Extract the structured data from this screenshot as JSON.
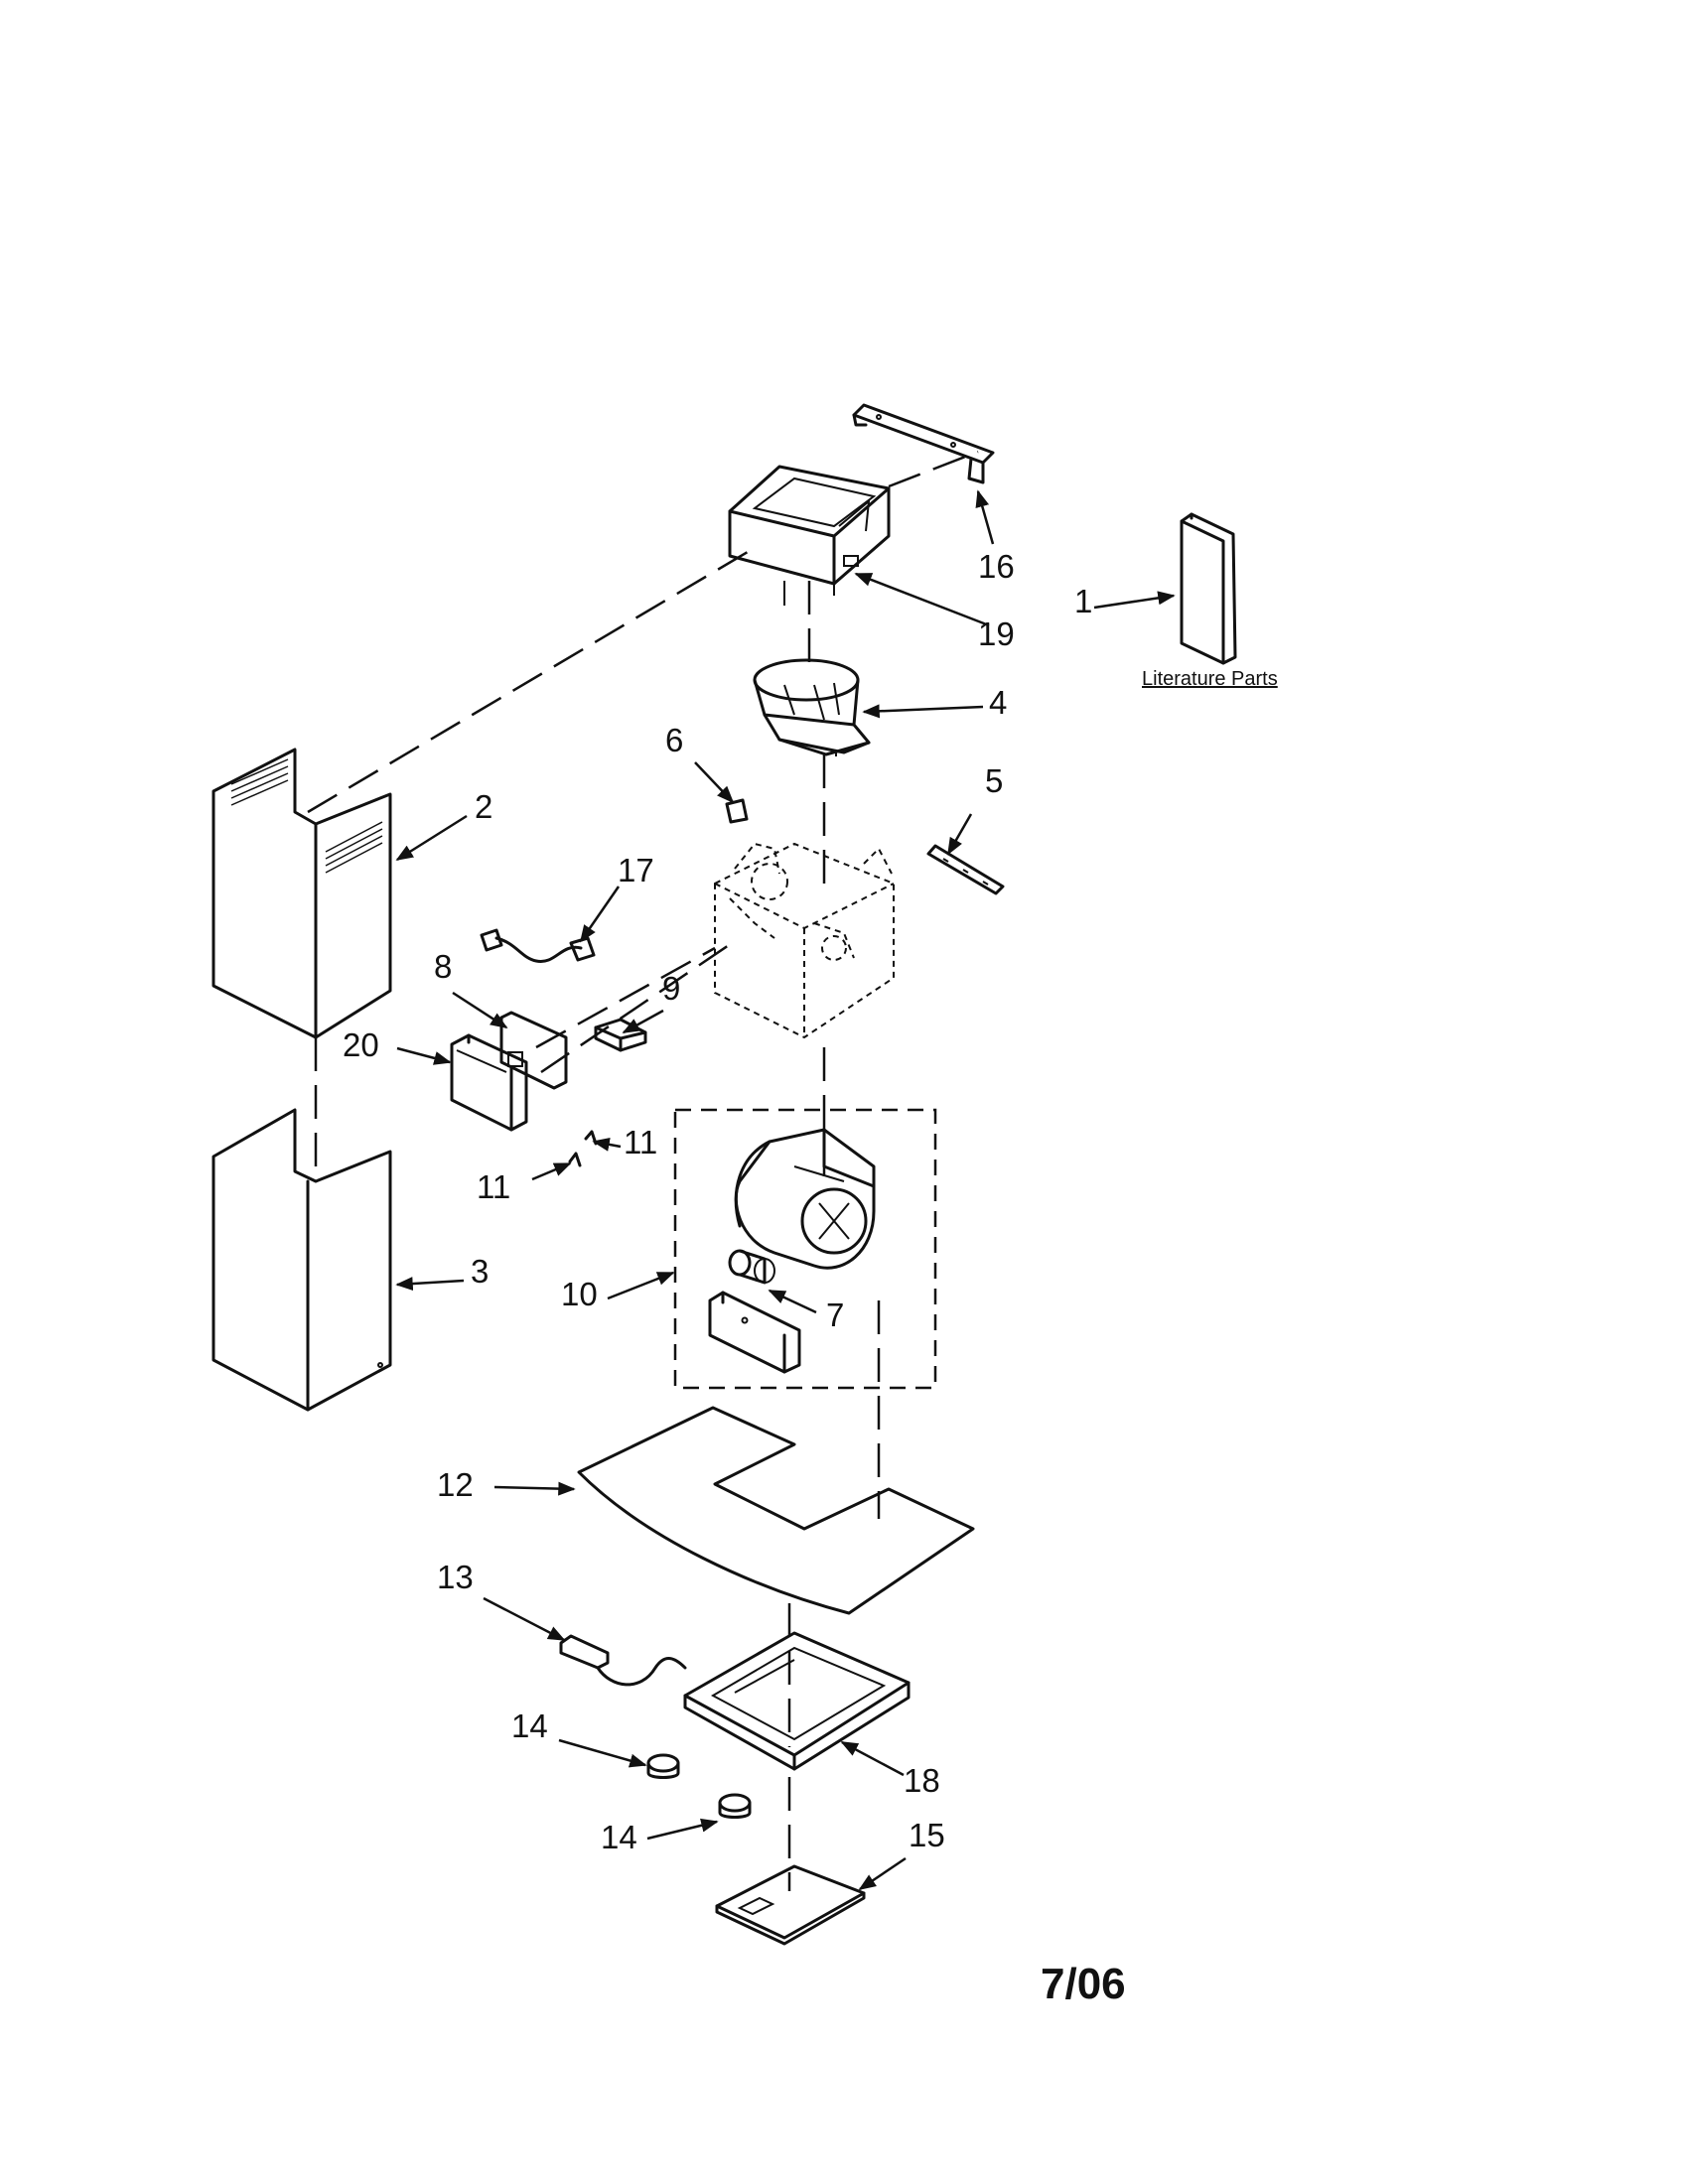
{
  "callouts": [
    "1",
    "2",
    "3",
    "4",
    "5",
    "6",
    "7",
    "8",
    "9",
    "10",
    "11",
    "11",
    "12",
    "13",
    "14",
    "14",
    "15",
    "16",
    "17",
    "18",
    "19",
    "20"
  ],
  "literature_label": "Literature Parts",
  "date_code": "7/06"
}
